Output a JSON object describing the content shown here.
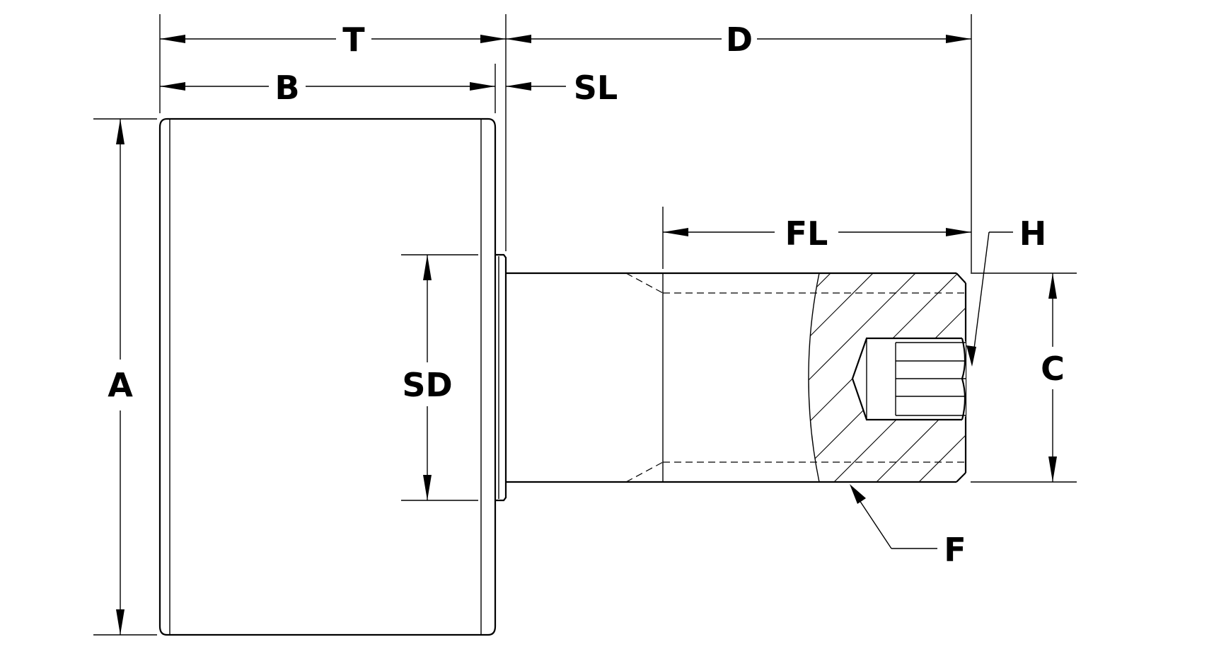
{
  "drawing": {
    "title": "",
    "labels": {
      "T": "T",
      "D": "D",
      "B": "B",
      "SL": "SL",
      "A": "A",
      "SD": "SD",
      "FL": "FL",
      "H": "H",
      "C": "C",
      "F": "F"
    },
    "line_color": "#000000",
    "background": "#ffffff"
  }
}
